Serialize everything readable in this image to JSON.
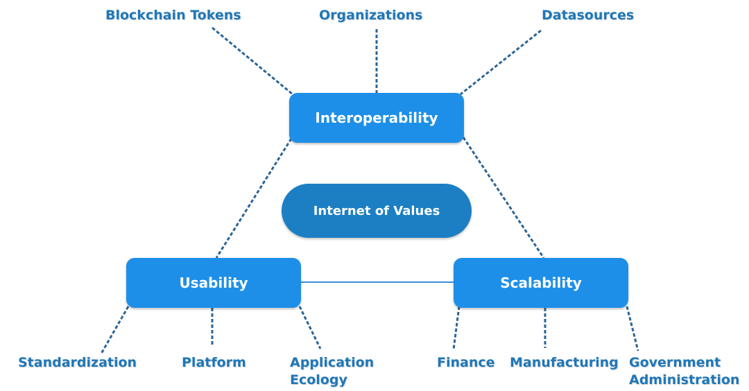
{
  "diagram": {
    "center": {
      "label": "Internet of Values"
    },
    "hubs": {
      "interoperability": {
        "label": "Interoperability"
      },
      "usability": {
        "label": "Usability"
      },
      "scalability": {
        "label": "Scalability"
      }
    },
    "leaves": {
      "blockchain_tokens": "Blockchain Tokens",
      "organizations": "Organizations",
      "datasources": "Datasources",
      "standardization": "Standardization",
      "platform": "Platform",
      "application_ecology_1": "Application",
      "application_ecology_2": "Ecology",
      "finance": "Finance",
      "manufacturing": "Manufacturing",
      "government_administration_1": "Government",
      "government_administration_2": "Administration"
    },
    "connections": [
      {
        "from": "Interoperability",
        "to": "Blockchain Tokens",
        "style": "dashed"
      },
      {
        "from": "Interoperability",
        "to": "Organizations",
        "style": "dashed"
      },
      {
        "from": "Interoperability",
        "to": "Datasources",
        "style": "dashed"
      },
      {
        "from": "Interoperability",
        "to": "Usability",
        "style": "dashed"
      },
      {
        "from": "Interoperability",
        "to": "Scalability",
        "style": "dashed"
      },
      {
        "from": "Usability",
        "to": "Scalability",
        "style": "solid"
      },
      {
        "from": "Usability",
        "to": "Standardization",
        "style": "dashed"
      },
      {
        "from": "Usability",
        "to": "Platform",
        "style": "dashed"
      },
      {
        "from": "Usability",
        "to": "Application Ecology",
        "style": "dashed"
      },
      {
        "from": "Scalability",
        "to": "Finance",
        "style": "dashed"
      },
      {
        "from": "Scalability",
        "to": "Manufacturing",
        "style": "dashed"
      },
      {
        "from": "Scalability",
        "to": "Government Administration",
        "style": "dashed"
      }
    ],
    "colors": {
      "hub_fill": "#1e8fe8",
      "center_fill": "#1c7fc4",
      "leaf_text": "#1f77b8",
      "line": "#2a6496"
    }
  }
}
